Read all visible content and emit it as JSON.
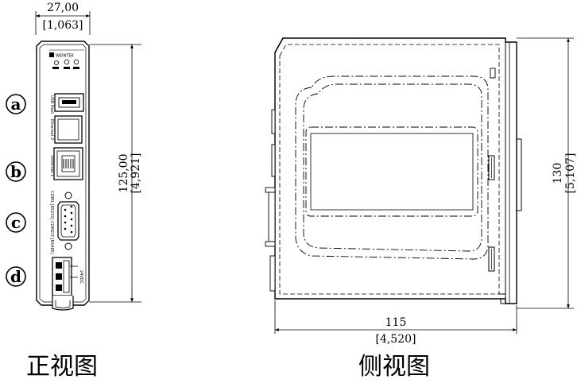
{
  "front_view": {
    "caption": "正视图",
    "width_dim": "27,00",
    "width_dim_inch": "[1,063]",
    "height_dim": "125,00",
    "height_dim_inch": "[4,921]",
    "logo_text": "WEINTEK",
    "port_labels": {
      "usb": "USB Host",
      "ethernet2": "Ethernet 2",
      "ethernet1": "Ethernet 1",
      "com": "COM1 [RS232] COM2/3 [RS485]",
      "power": "24VDC"
    },
    "callouts": [
      "a",
      "b",
      "c",
      "d"
    ]
  },
  "side_view": {
    "caption": "侧视图",
    "width_dim": "115",
    "width_dim_inch": "[4,520]",
    "height_dim": "130",
    "height_dim_inch": "[5,107]"
  }
}
